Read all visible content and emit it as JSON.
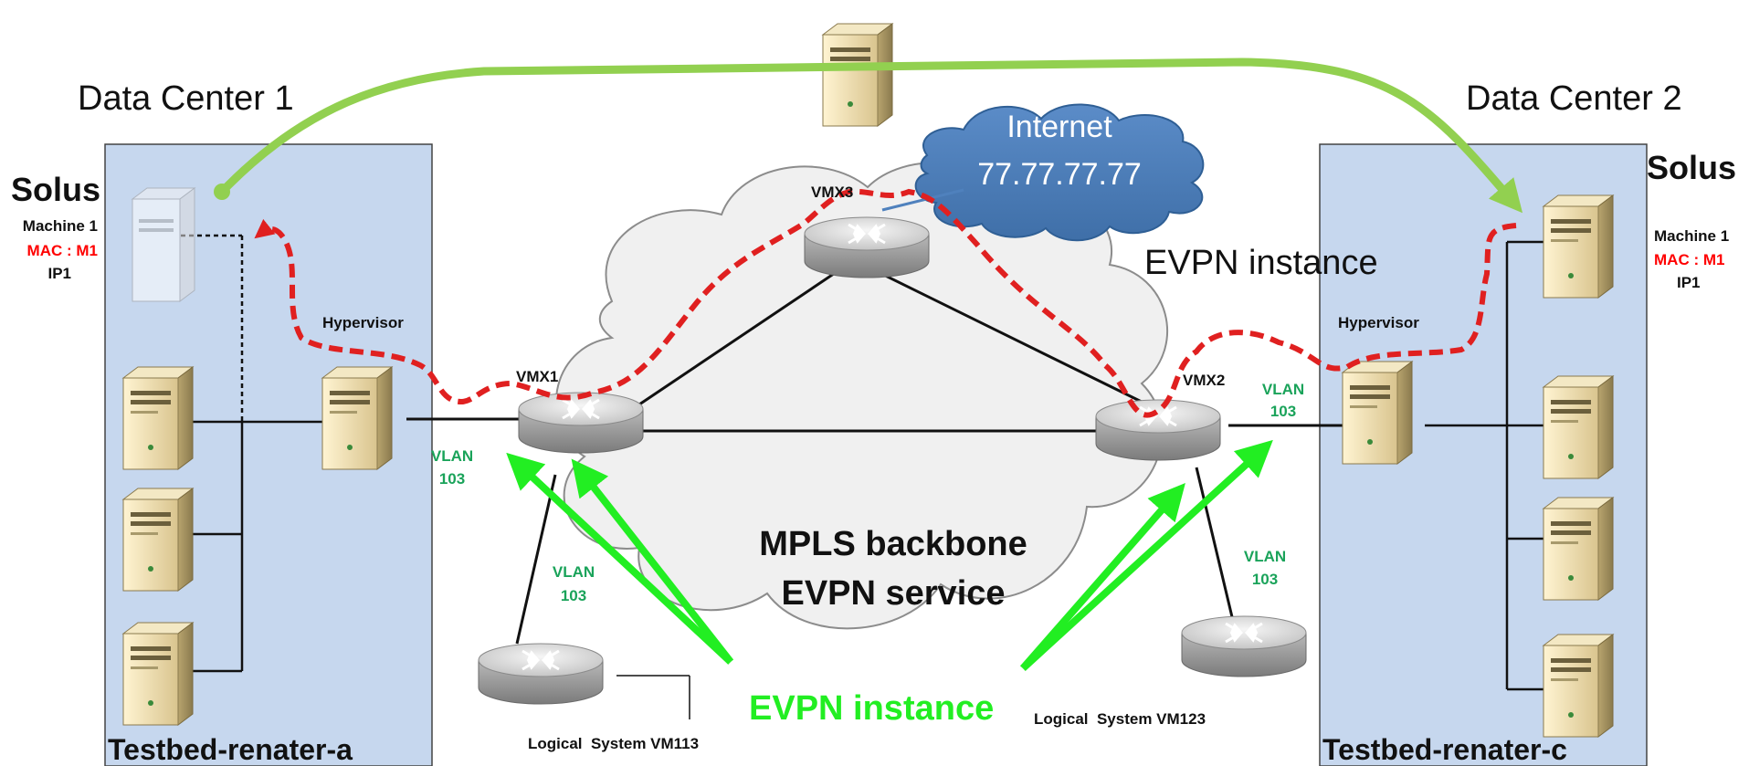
{
  "colors": {
    "dc_fill": "#c6d7ee",
    "migration_arrow": "#92d050",
    "evpn_arrow": "#22ee22",
    "traffic_path": "#e02020",
    "internet_cloud": "#4f81bd",
    "vlan_text": "#1aa35a",
    "mac_text": "#ff0000"
  },
  "labels": {
    "dc1": "Data Center 1",
    "dc2": "Data Center 2",
    "solus_left": "Solus",
    "solus_right": "Solus",
    "internet": "Internet",
    "internet_ip": "77.77.77.77",
    "evpn_instance_top": "EVPN instance",
    "evpn_instance_bottom": "EVPN instance",
    "backbone_line1": "MPLS backbone",
    "backbone_line2": "EVPN service",
    "testbed_a": "Testbed-renater-a",
    "testbed_c": "Testbed-renater-c"
  },
  "machines": {
    "left": {
      "name": "Machine 1",
      "mac": "MAC : M1",
      "ip": "IP1"
    },
    "right": {
      "name": "Machine 1",
      "mac": "MAC : M1",
      "ip": "IP1"
    }
  },
  "hypervisor_left": "Hypervisor",
  "hypervisor_right": "Hypervisor",
  "routers": {
    "vmx1": "VMX1",
    "vmx2": "VMX2",
    "vmx3": "VMX3"
  },
  "vlans": {
    "a": {
      "name": "VLAN",
      "id": "103"
    },
    "b": {
      "name": "VLAN",
      "id": "103"
    },
    "c": {
      "name": "VLAN",
      "id": "103"
    },
    "d": {
      "name": "VLAN",
      "id": "103"
    }
  },
  "logical_systems": {
    "left": "Logical  System VM113",
    "right": "Logical  System VM123"
  },
  "icons": {
    "server": "server-tower-icon",
    "router": "router-icon",
    "cloud": "cloud-icon"
  }
}
